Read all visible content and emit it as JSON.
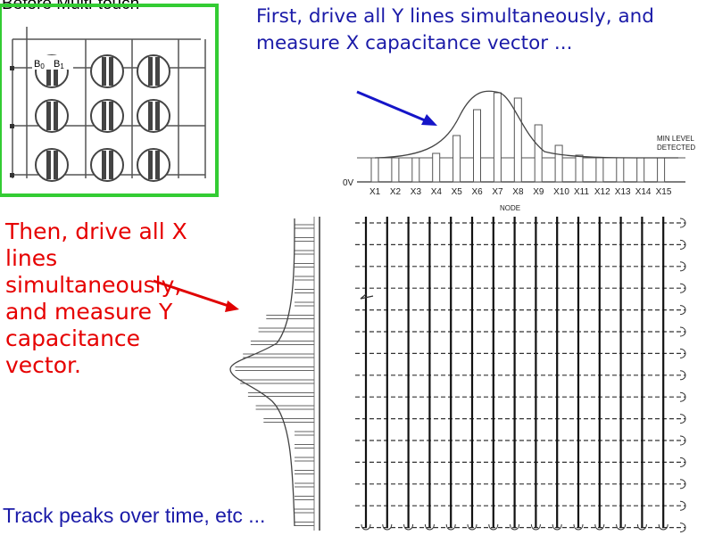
{
  "inset": {
    "title": "Before Multi-touch",
    "label_b0": "B",
    "label_b0_sub": "0",
    "label_b1": "B",
    "label_b1_sub": "1",
    "border_color": "#33cc33"
  },
  "texts": {
    "blue_instruction": "First, drive all Y lines simultaneously, and measure X capacitance vector ...",
    "red_instruction": "Then, drive all X lines simultaneously, and measure Y capacitance vector.",
    "track_note": "Track peaks over time, etc ..."
  },
  "x_profile": {
    "zero_label": "0V",
    "min_level_label_1": "MIN LEVEL",
    "min_level_label_2": "DETECTED",
    "axis_label": "NODE",
    "node_labels": [
      "X1",
      "X2",
      "X3",
      "X4",
      "X5",
      "X6",
      "X7",
      "X8",
      "X9",
      "X10",
      "X11",
      "X12",
      "X13",
      "X14",
      "X15"
    ]
  },
  "colors": {
    "blue": "#1a1aa8",
    "red": "#e60000",
    "arrow_blue": "#1515c8",
    "arrow_red": "#e00000",
    "green": "#33cc33"
  }
}
